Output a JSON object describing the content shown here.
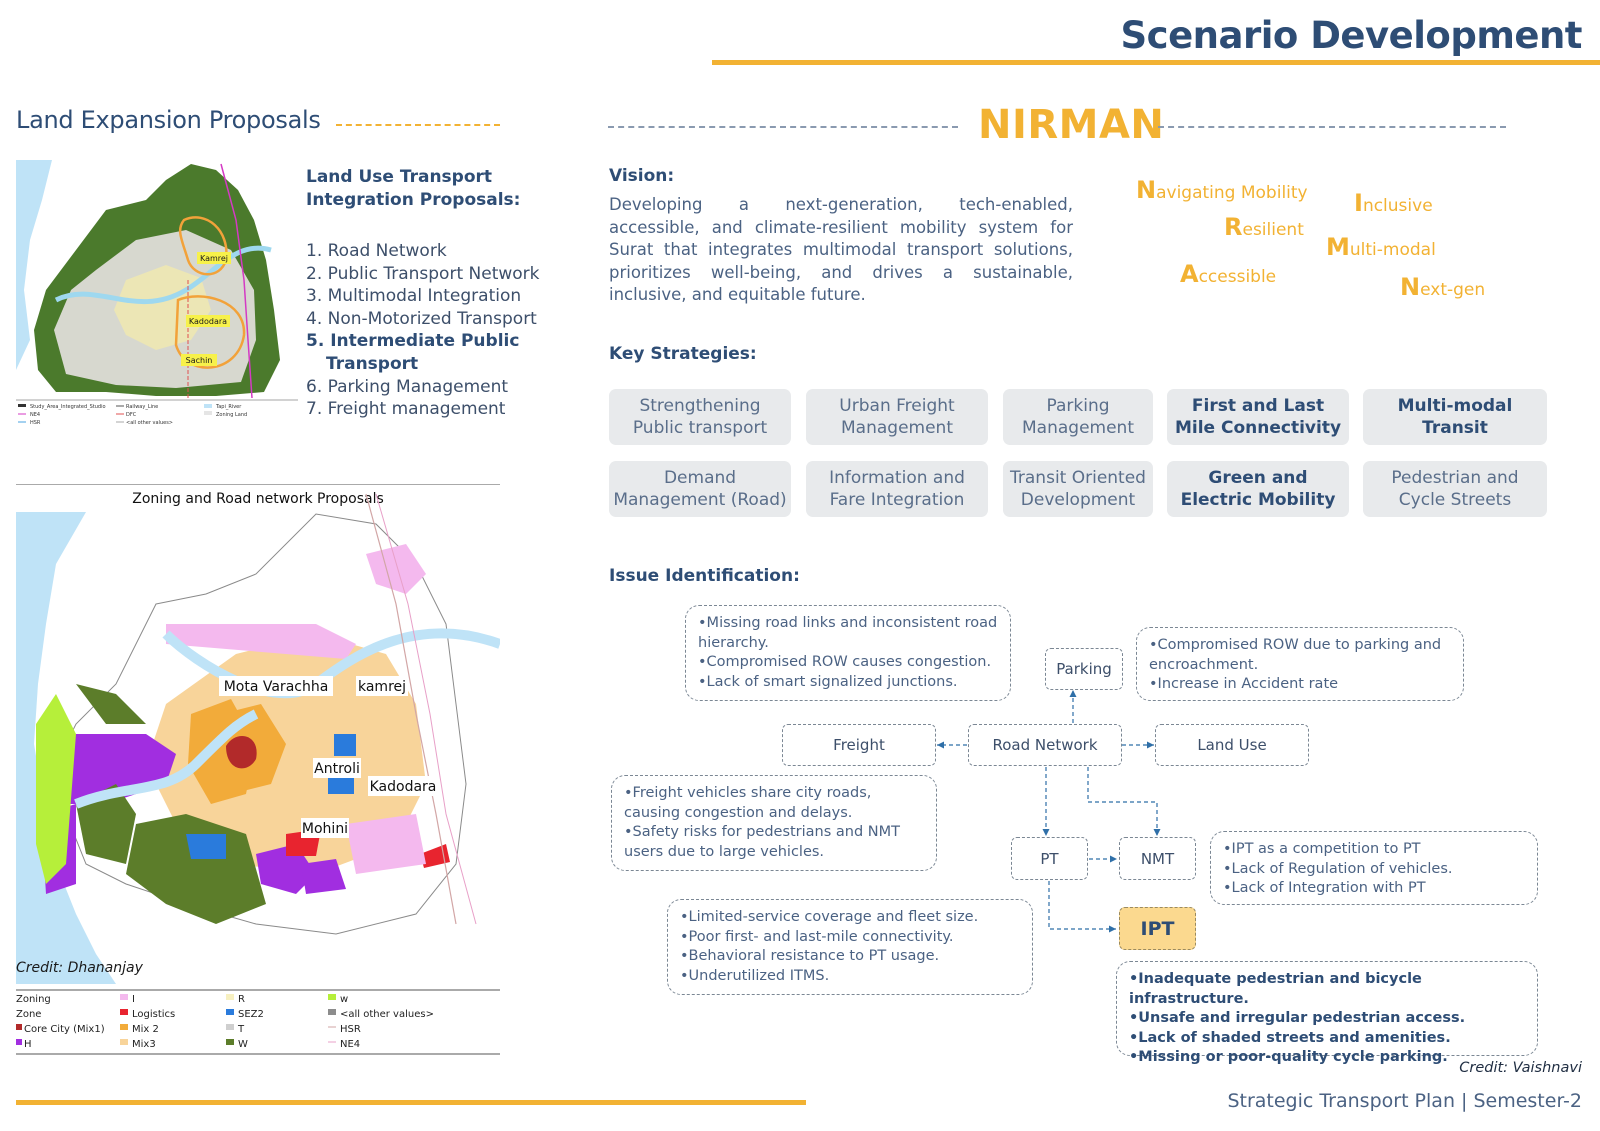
{
  "header": {
    "title": "Scenario Development"
  },
  "left": {
    "heading": "Land Expansion Proposals",
    "top_map": {
      "labels": [
        "Kamrej",
        "Kadodara",
        "Sachin"
      ],
      "legend": [
        "Study_Area_Integrated_Studio",
        "Railway_Line",
        "Tapi_River",
        "NE4",
        "DFC",
        "Zoning Land",
        "HSR",
        "<all other values>"
      ]
    },
    "proposals": {
      "heading": "Land Use Transport Integration Proposals:",
      "items": [
        {
          "text": "1. Road Network"
        },
        {
          "text": "2. Public Transport Network"
        },
        {
          "text": "3. Multimodal Integration"
        },
        {
          "text": "4. Non-Motorized Transport"
        },
        {
          "text": "5. Intermediate Public",
          "cont": "Transport"
        },
        {
          "text": "6. Parking Management"
        },
        {
          "text": "7. Freight management"
        }
      ]
    },
    "bottom_map": {
      "title": "Zoning and Road network Proposals",
      "labels": [
        "Mota Varachha",
        "kamrej",
        "Antroli",
        "Kadodara",
        "Mohini"
      ],
      "credit": "Credit: Dhananjay",
      "legend": [
        {
          "label": "Zoning",
          "color": ""
        },
        {
          "label": "I",
          "color": "#f4b9ee"
        },
        {
          "label": "R",
          "color": "#f7f0c0"
        },
        {
          "label": "w",
          "color": "#b6ef3a"
        },
        {
          "label": "Zone",
          "color": ""
        },
        {
          "label": "Logistics",
          "color": "#e8242f"
        },
        {
          "label": "SEZ2",
          "color": "#2a7bdc"
        },
        {
          "label": "<all other values>",
          "color": "#8c8c8c"
        },
        {
          "label": "Core City (Mix1)",
          "color": "#b22a2a"
        },
        {
          "label": "Mix 2",
          "color": "#f2ab3a"
        },
        {
          "label": "T",
          "color": "#cfcfcf"
        },
        {
          "label": "HSR",
          "color": "#d2a6a6"
        },
        {
          "label": "H",
          "color": "#a12ee0"
        },
        {
          "label": "Mix3",
          "color": "#f8d49a"
        },
        {
          "label": "W",
          "color": "#5c7d2a"
        },
        {
          "label": "NE4",
          "color": "#e8a0c8"
        }
      ]
    }
  },
  "nirman": {
    "title": "NIRMAN",
    "vision_label": "Vision:",
    "vision_text": "Developing a next-generation, tech-enabled, accessible, and climate-resilient mobility system for Surat that integrates multimodal transport solutions, prioritizes well-being, and drives a sustainable, inclusive, and equitable future.",
    "acronym": [
      {
        "initial": "N",
        "rest": "avigating Mobility"
      },
      {
        "initial": "I",
        "rest": "nclusive"
      },
      {
        "initial": "R",
        "rest": "esilient"
      },
      {
        "initial": "M",
        "rest": "ulti-modal"
      },
      {
        "initial": "A",
        "rest": "ccessible"
      },
      {
        "initial": "N",
        "rest": "ext-gen"
      }
    ]
  },
  "strategies": {
    "label": "Key Strategies:",
    "items": [
      "Strengthening Public transport",
      "Urban Freight Management",
      "Parking Management",
      "First and Last Mile Connectivity",
      "Multi-modal Transit",
      "Demand Management (Road)",
      "Information and Fare Integration",
      "Transit Oriented Development",
      "Green and Electric Mobility",
      "Pedestrian and Cycle Streets"
    ]
  },
  "issues": {
    "label": "Issue Identification:",
    "nodes": {
      "parking": "Parking",
      "freight": "Freight",
      "road": "Road Network",
      "landuse": "Land Use",
      "pt": "PT",
      "nmt": "NMT",
      "ipt": "IPT"
    },
    "road_issues": [
      "•Missing road links and inconsistent road hierarchy.",
      "•Compromised ROW causes congestion.",
      "•Lack of smart signalized junctions."
    ],
    "parking_issues": [
      "•Compromised ROW due to parking and encroachment.",
      "•Increase in Accident rate"
    ],
    "freight_issues": [
      "•Freight vehicles share city roads, causing congestion and delays.",
      "•Safety risks for pedestrians and NMT users due to large vehicles."
    ],
    "ipt_issues": [
      "•IPT as a competition to PT",
      "•Lack of Regulation of vehicles.",
      "•Lack of Integration with PT"
    ],
    "pt_issues": [
      "•Limited-service coverage and fleet size.",
      "•Poor first- and last-mile connectivity.",
      "•Behavioral resistance to PT usage.",
      "•Underutilized ITMS."
    ],
    "nmt_issues": [
      "•Inadequate pedestrian and bicycle infrastructure.",
      "•Unsafe and irregular pedestrian access.",
      "•Lack of shaded streets and amenities.",
      "•Missing or poor-quality cycle parking."
    ]
  },
  "footer": {
    "credit": "Credit: Vaishnavi",
    "text": "Strategic Transport Plan | Semester-2"
  }
}
